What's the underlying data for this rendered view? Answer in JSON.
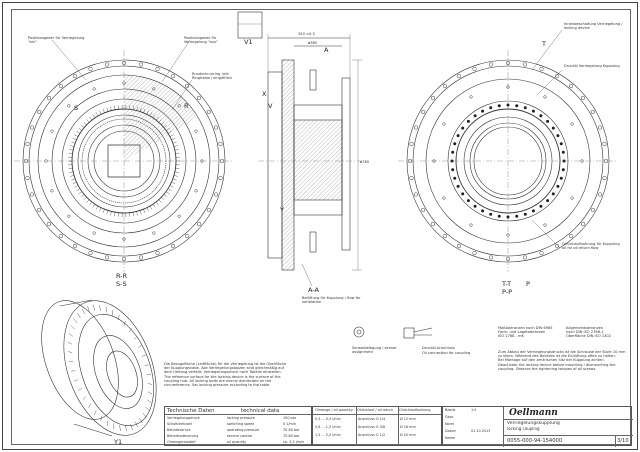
{
  "drawing": {
    "labels": {
      "r_r": "R-R",
      "s_s": "S-S",
      "a_a": "A-A",
      "t_t": "T-T",
      "p_p": "P-P",
      "a": "A",
      "v": "V",
      "y": "Y",
      "x": "X",
      "s": "S",
      "r": "R",
      "t": "T",
      "p": "P",
      "v1": "V1",
      "y1": "Y1"
    },
    "callouts": {
      "top_left_a": "Positionsgeber für Verriegelung \"ein\"",
      "top_left_b": "Positionsgeber für Verriegelung \"aus\"",
      "bearing_note": "Rundschnurring (mit Ringhalter) eingeführt",
      "dim_top": "350 ±0.3",
      "dim_top2": "ø385",
      "dim_a": "ø780",
      "vent_note": "Belüftung für Kupplung / flow for ventilation",
      "right_top": "Innenbeschaltung Verriegelung / locking device",
      "right_mid": "Drucköl Verriegelung Kupplung",
      "right_bot": "Ölrücklaufbohrung für Kupplung oil for oil return flow",
      "center_low": "Sensorbelegung / sensor assignment",
      "oil_note": "Drucköl-Anschluss",
      "oil_note2": "Oil connection for coupling"
    },
    "notes_left": [
      "Die Bezugsfläche (Leitfläche) für die Verriegelung ist die Oberfläche",
      "der Kupplungsnabe. Alle Verriegelungsbolzen sind gleichmäßig auf",
      "dem Umfang verteilt. Verriegelungsdruck nach Tabelle einstellen.",
      "",
      "The reference surface for the locking device is the surface of the",
      "coupling hub. All locking bolts are evenly distributed on the",
      "circumference. Set locking pressure according to the table."
    ],
    "notes_right": [
      "Zum Abbau der Verriegelungsdrucks ist die Schraube der Stufe 10 mm",
      "zu lösen. Während des Betriebs ist die Entlüftung offen zu halten.",
      "Bei Montage auf den zentrischen Sitz der Kupplung achten.",
      "Deactivate the locking device before mounting / dismounting the",
      "coupling. Observe the tightening torques of all screws."
    ],
    "std_notes": [
      "Maßtoleranzen nach DIN 6985",
      "Form- und Lagetoleranzen",
      "ISO 2768 - mK"
    ],
    "std_notes2": [
      "Allgemeintoleranzen",
      "nach DIN ISO 2768-1",
      "Oberfläche DIN ISO 1302"
    ]
  },
  "tech_table": {
    "title_de": "Technische Daten",
    "title_en": "technical data",
    "rows": [
      {
        "de": "Verriegelungsdruck",
        "en": "locking pressure",
        "val": "150 bar"
      },
      {
        "de": "Schaltdrehzahl",
        "en": "switching speed",
        "val": "0 1/min"
      },
      {
        "de": "Betriebsdruck",
        "en": "operating pressure",
        "val": "70-80 bar"
      },
      {
        "de": "Betriebssteuerung",
        "en": "service control",
        "val": "70-80 bar"
      },
      {
        "de": "Ölmengenbedarf",
        "en": "oil quantity",
        "val": "ca. 3,5 l/min"
      }
    ]
  },
  "mid_table": {
    "headers": [
      "Ölmenge / oil quantity",
      "Ölrücklauf / oil return",
      "Ölrücklaufbohrung"
    ],
    "rows": [
      [
        "0,3 ... 0,4 l/min",
        "Anschluss G 1/4",
        "Ø 12 mm"
      ],
      [
        "0,8 ... 1,2 l/min",
        "Anschluss G 3/8",
        "Ø 16 mm"
      ],
      [
        "1,5 ... 2,0 l/min",
        "Anschluss G 1/2",
        "Ø 20 mm"
      ]
    ]
  },
  "title_block": {
    "company": "Oellmann",
    "title_de": "Verriegelungskupplung",
    "title_en": "locking coupling",
    "drawing_no": "0055-000-94-154000",
    "sheet": "3/10",
    "scale": "1:5",
    "date": "01.10.2013",
    "rows": [
      "Bearb.",
      "Gepr.",
      "Norm",
      "Datum",
      "Name"
    ]
  }
}
